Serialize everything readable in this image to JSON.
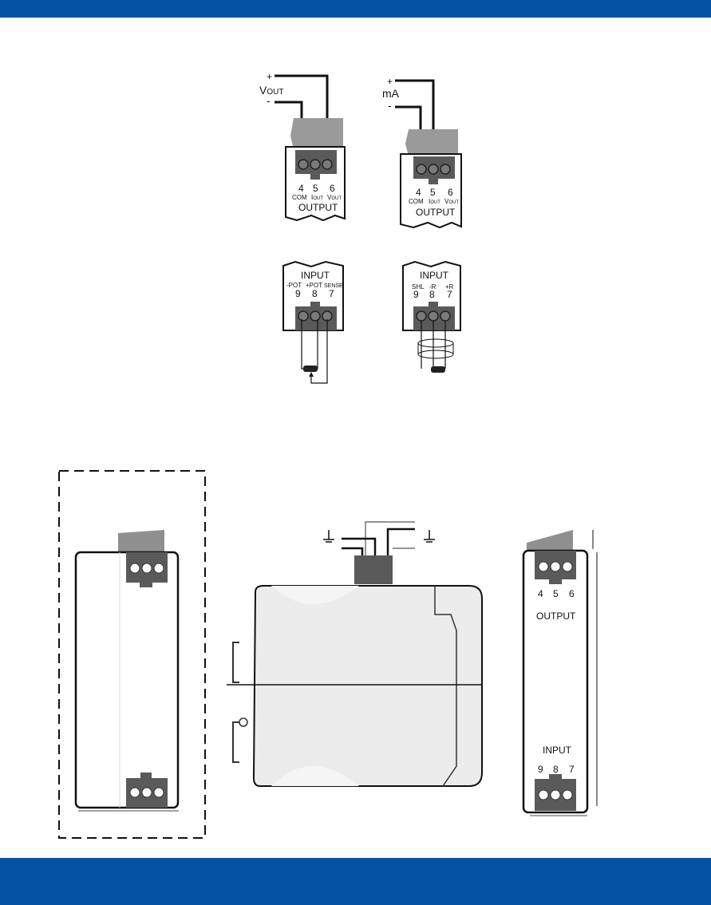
{
  "colors": {
    "brand_blue": "#0551a3",
    "wire": "#111111",
    "housing_fill": "#ffffff",
    "terminal_fill": "#5a5a5a",
    "cover_fill": "#9a9a9a"
  },
  "output_voltage": {
    "plus": "+",
    "label_main": "V",
    "label_sub": "OUT",
    "minus": "-",
    "terminals": [
      "4",
      "5",
      "6"
    ],
    "term_names": [
      {
        "main": "COM",
        "sub": ""
      },
      {
        "main": "I",
        "sub": "OUT"
      },
      {
        "main": "V",
        "sub": "OUT"
      }
    ],
    "title": "OUTPUT"
  },
  "output_current": {
    "plus": "+",
    "label": "mA",
    "minus": "-",
    "terminals": [
      "4",
      "5",
      "6"
    ],
    "term_names": [
      {
        "main": "COM",
        "sub": ""
      },
      {
        "main": "I",
        "sub": "OUT"
      },
      {
        "main": "V",
        "sub": "OUT"
      }
    ],
    "title": "OUTPUT"
  },
  "input_pot": {
    "title": "INPUT",
    "term_names": [
      "-POT",
      "+POT",
      "SENSE"
    ],
    "terminals": [
      "9",
      "8",
      "7"
    ]
  },
  "input_rtd": {
    "title": "INPUT",
    "term_names": [
      "SHL",
      "-R",
      "+R"
    ],
    "terminals": [
      "9",
      "8",
      "7"
    ]
  },
  "front_view": {
    "top_terminals": [
      "4",
      "5",
      "6"
    ],
    "output_label": "OUTPUT",
    "input_label": "INPUT",
    "bottom_terminals": [
      "9",
      "8",
      "7"
    ]
  },
  "side_view": {
    "ground_symbol": "ground-icon"
  }
}
